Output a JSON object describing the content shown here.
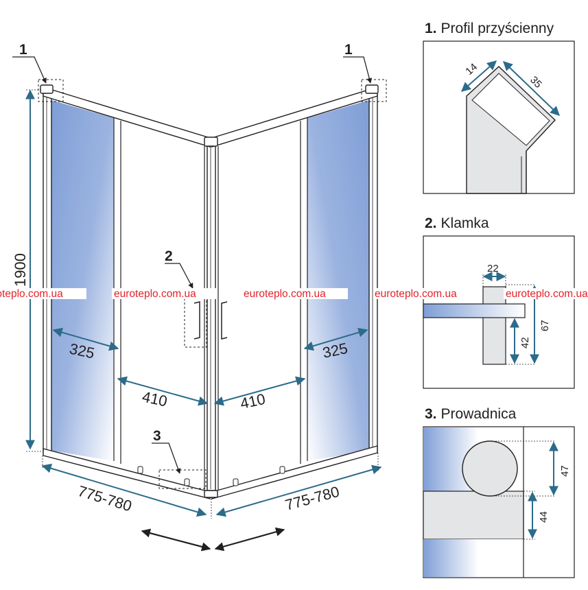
{
  "main_view": {
    "height_label": "1900",
    "callout_1_left": "1",
    "callout_1_right": "1",
    "callout_2": "2",
    "callout_3": "3",
    "fixed_panel_left": "325",
    "fixed_panel_right": "325",
    "door_left": "410",
    "door_right": "410",
    "base_left": "775-780",
    "base_right": "775-780"
  },
  "watermarks": [
    "euroteplo.com.ua",
    "euroteplo.com.ua",
    "euroteplo.com.ua",
    "euroteplo.com.ua",
    "euroteplo.com.ua"
  ],
  "details": [
    {
      "num": "1.",
      "title": "Profil przyścienny",
      "dims": [
        "14",
        "35"
      ]
    },
    {
      "num": "2.",
      "title": "Klamka",
      "dims": [
        "22",
        "42",
        "67"
      ]
    },
    {
      "num": "3.",
      "title": "Prowadnica",
      "dims": [
        "47",
        "44"
      ]
    }
  ],
  "colors": {
    "line": "#231f20",
    "dimension": "#2c6b8a",
    "glass_blue": "#8fa8d8",
    "watermark": "#e2232b"
  }
}
